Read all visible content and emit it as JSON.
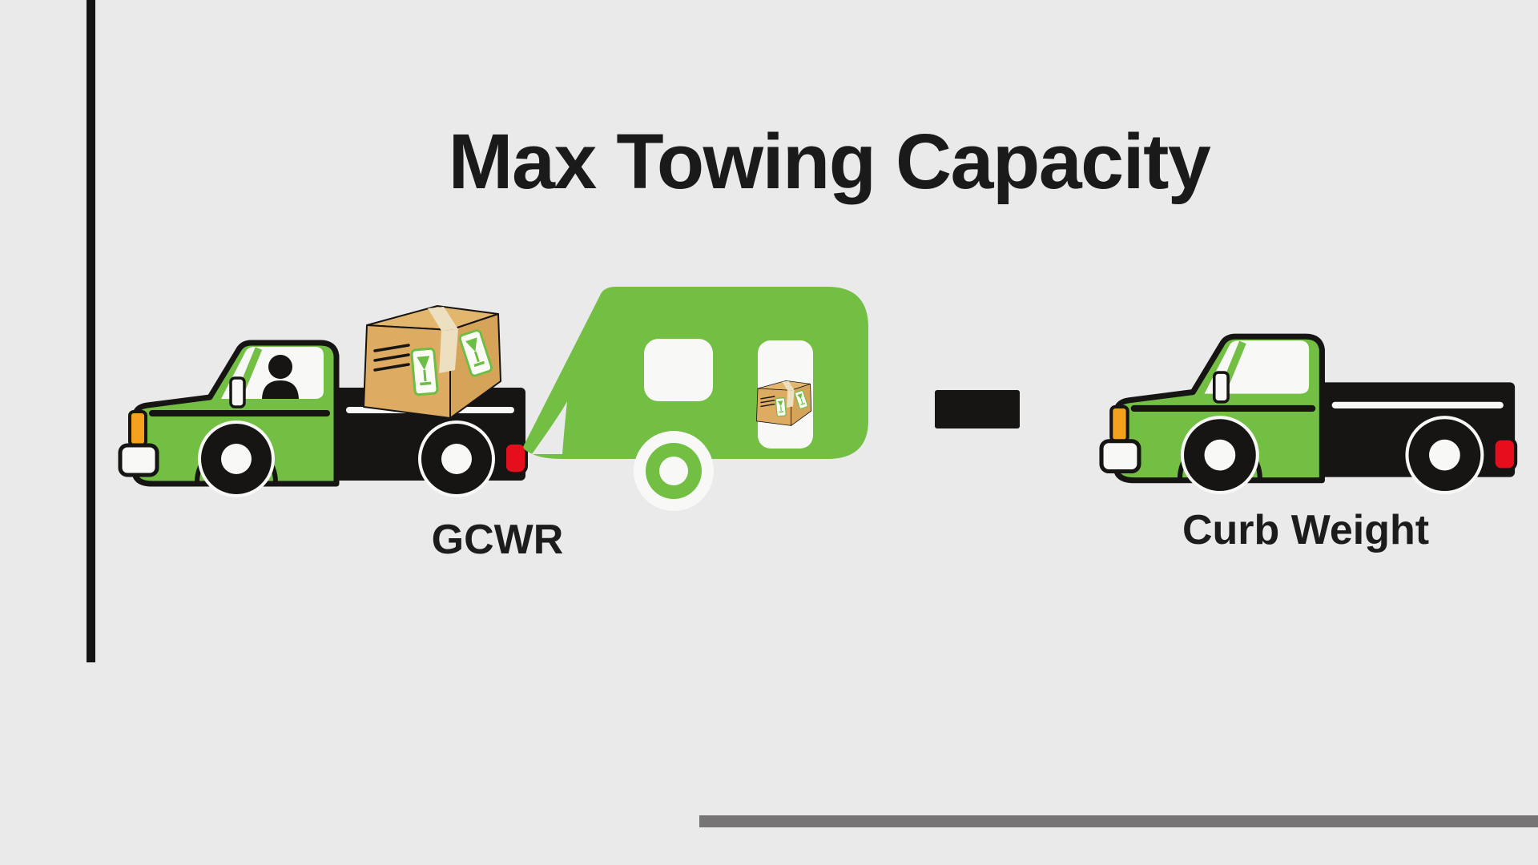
{
  "page": {
    "background": "#ebeaea"
  },
  "header": {
    "title": "Max Towing Capacity"
  },
  "diagram": {
    "gcwr_label": "GCWR",
    "curb_weight_label": "Curb Weight",
    "operator": {
      "symbol": "−",
      "meaning": "minus"
    },
    "icons": {
      "left_group": [
        "pickup-truck-icon",
        "driver-icon",
        "cargo-box-icon",
        "camper-trailer-icon"
      ],
      "right_group": [
        "pickup-truck-icon"
      ]
    },
    "colors": {
      "truck_green": "#72bf44",
      "outline_black": "#161513",
      "detail_white": "#f8f8f7",
      "box_front": "#ddab61",
      "box_side": "#d5a458",
      "box_top": "#e2b66c",
      "tape_cream": "#ece0c0",
      "fragile_green": "#6cbe45",
      "light_red": "#e60e1c",
      "light_orange": "#f6a11e"
    }
  },
  "decorations": {
    "left_bar_color": "#141414",
    "bottom_bar_color": "#767474"
  }
}
